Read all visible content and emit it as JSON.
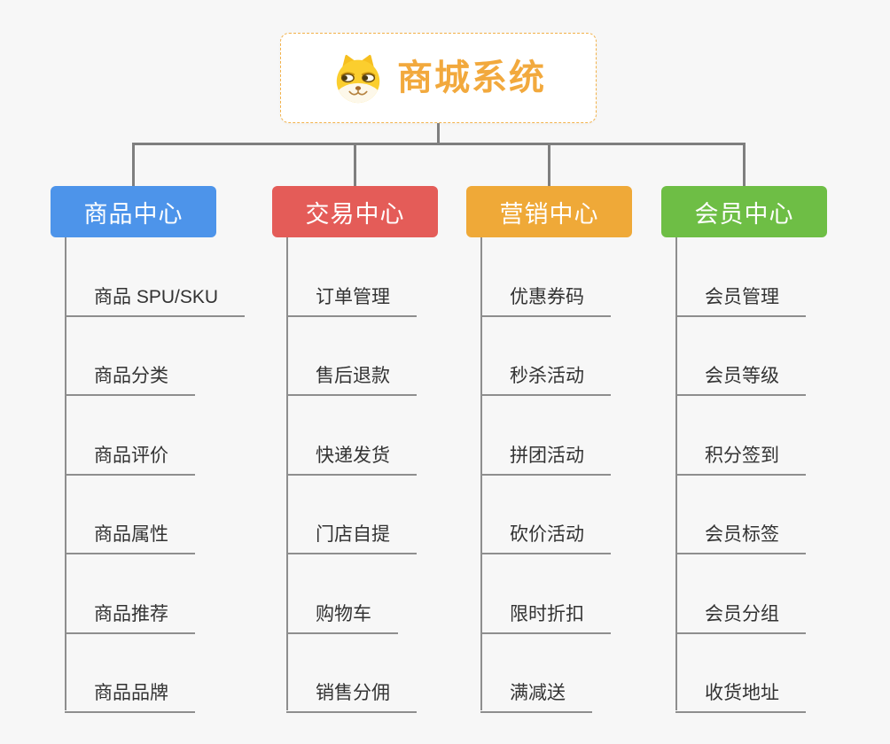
{
  "root": {
    "title": "商城系统",
    "icon": "doge-icon",
    "accent_color": "#F2A93D",
    "border_color": "#F2B24B"
  },
  "branches": [
    {
      "label": "商品中心",
      "color": "#4D94EA",
      "children": [
        "商品 SPU/SKU",
        "商品分类",
        "商品评价",
        "商品属性",
        "商品推荐",
        "商品品牌"
      ]
    },
    {
      "label": "交易中心",
      "color": "#E45C58",
      "children": [
        "订单管理",
        "售后退款",
        "快递发货",
        "门店自提",
        "购物车",
        "销售分佣"
      ]
    },
    {
      "label": "营销中心",
      "color": "#EFA938",
      "children": [
        "优惠券码",
        "秒杀活动",
        "拼团活动",
        "砍价活动",
        "限时折扣",
        "满减送"
      ]
    },
    {
      "label": "会员中心",
      "color": "#6EBE45",
      "children": [
        "会员管理",
        "会员等级",
        "积分签到",
        "会员标签",
        "会员分组",
        "收货地址"
      ]
    }
  ],
  "colors": {
    "background": "#F7F7F7",
    "connector": "#7F7F7F",
    "leaf_line": "#8E8E8E",
    "leaf_text": "#333333"
  }
}
